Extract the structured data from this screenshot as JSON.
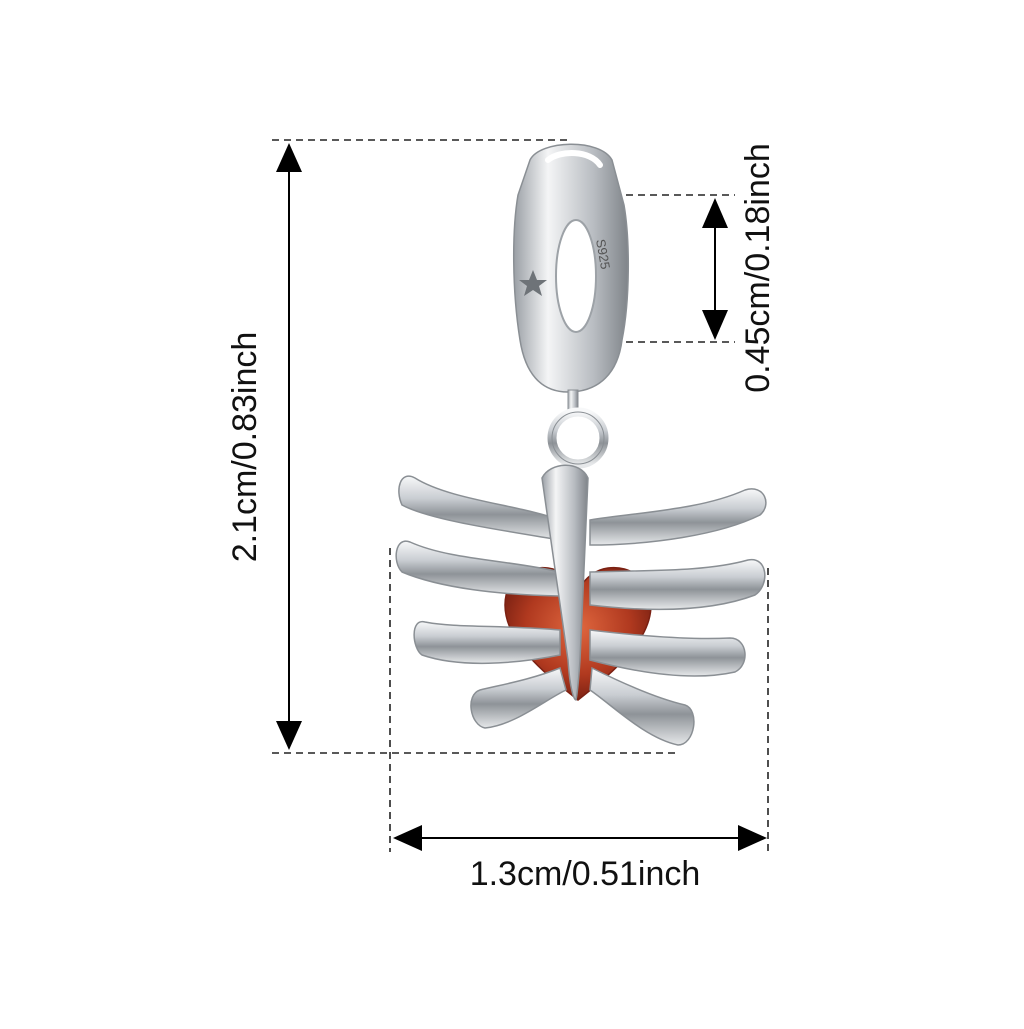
{
  "dimensions": {
    "height_label": "2.1cm/0.83inch",
    "hole_label": "0.45cm/0.18inch",
    "width_label": "1.3cm/0.51inch"
  },
  "product": {
    "stamp": "S925",
    "charm": "rib-cage",
    "stone": "heart-gemstone",
    "metal_color": "#c9cdd2",
    "stone_color": "#b0391f"
  }
}
